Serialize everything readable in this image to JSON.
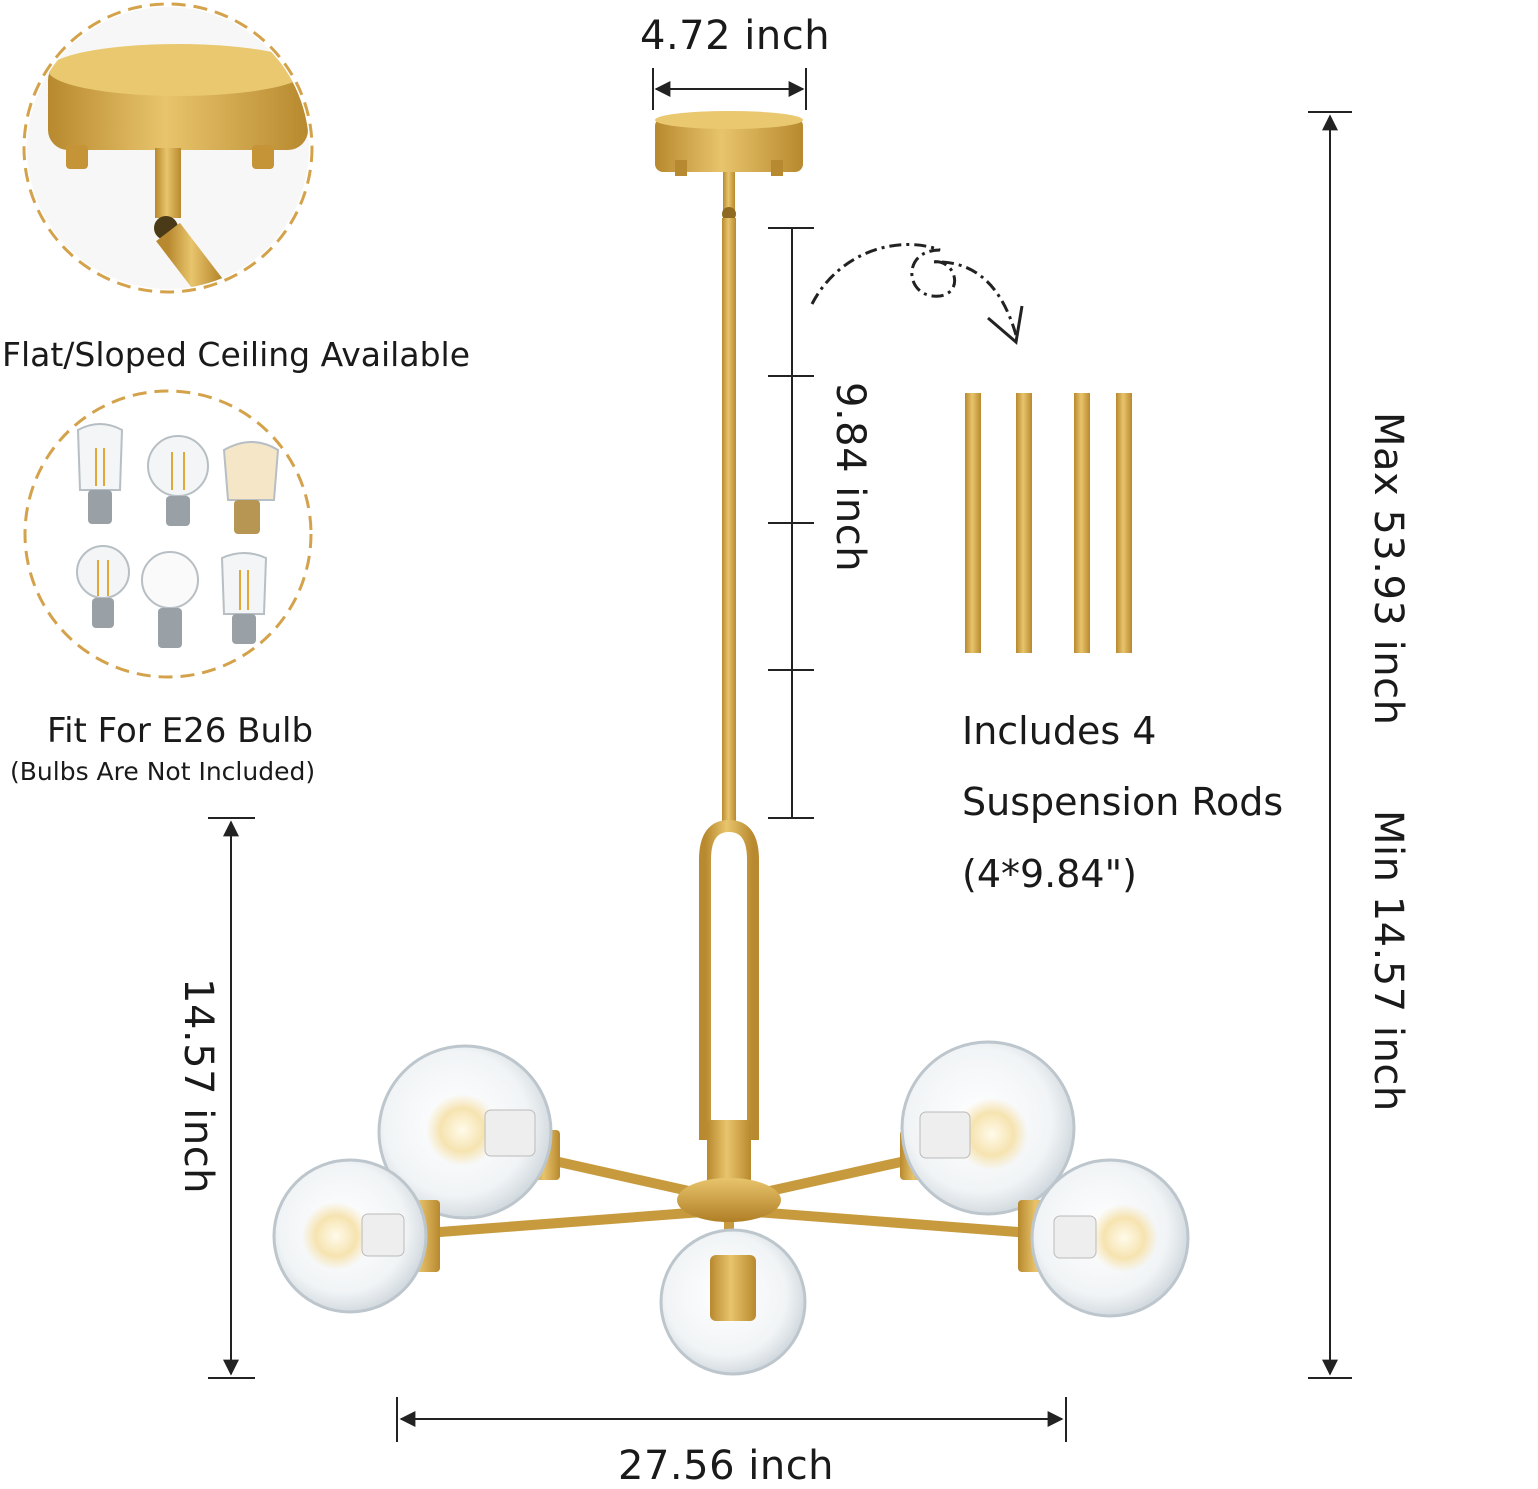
{
  "labels": {
    "canopy_width": "4.72 inch",
    "ceiling_feature": "Flat/Sloped Ceiling Available",
    "bulb_fit": "Fit For E26 Bulb",
    "bulb_note": "(Bulbs Are Not Included)",
    "rod_length": "9.84 inch",
    "rods_line1": "Includes 4",
    "rods_line2": "Suspension Rods",
    "rods_line3": "(4*9.84\")",
    "max_height": "Max 53.93 inch",
    "min_height": "Min 14.57 inch",
    "body_height": "14.57 inch",
    "fixture_width": "27.56 inch"
  },
  "colors": {
    "gold": "#d4a545",
    "gold_dark": "#b8892e",
    "gold_light": "#e8c46c",
    "dash_circle": "#d3a24b",
    "line": "#222222",
    "glass": "#dfe6ea"
  },
  "icons": {
    "ceiling_detail": "canopy-closeup-icon",
    "bulbs": "bulb-types-icon",
    "rods": "suspension-rod-icon",
    "rotate": "curved-arrow-icon"
  }
}
